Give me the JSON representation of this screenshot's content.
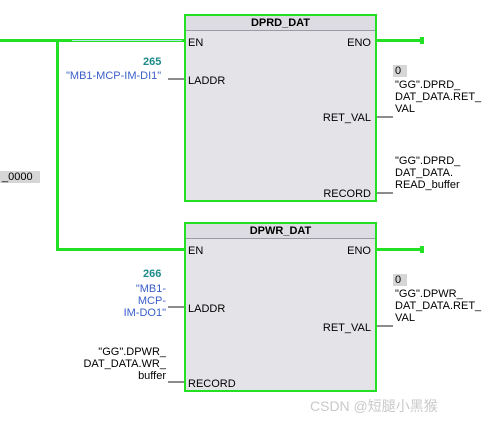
{
  "blocks": {
    "dprd": {
      "title": "DPRD_DAT",
      "pins": {
        "en": "EN",
        "eno": "ENO",
        "laddr": "LADDR",
        "ret_val": "RET_VAL",
        "record": "RECORD"
      },
      "laddr_value": "265",
      "laddr_tag": "\"MB1-MCP-IM-DI1\"",
      "ret_val_box": "0",
      "ret_val_tag": [
        "\"GG\".DPRD_",
        "DAT_DATA.RET_",
        "VAL"
      ],
      "record_tag": [
        "\"GG\".DPRD_",
        "DAT_DATA.",
        "READ_buffer"
      ]
    },
    "dpwr": {
      "title": "DPWR_DAT",
      "pins": {
        "en": "EN",
        "eno": "ENO",
        "laddr": "LADDR",
        "ret_val": "RET_VAL",
        "record": "RECORD"
      },
      "laddr_value": "266",
      "laddr_tag": [
        "\"MB1-MCP-",
        "IM-DO1\""
      ],
      "ret_val_box": "0",
      "ret_val_tag": [
        "\"GG\".DPWR_",
        "DAT_DATA.RET_",
        "VAL"
      ],
      "record_tag": [
        "\"GG\".DPWR_",
        "DAT_DATA.WR_",
        "buffer"
      ]
    }
  },
  "left_value_box": "_0000",
  "watermark": "CSDN @短腿小黑猴"
}
